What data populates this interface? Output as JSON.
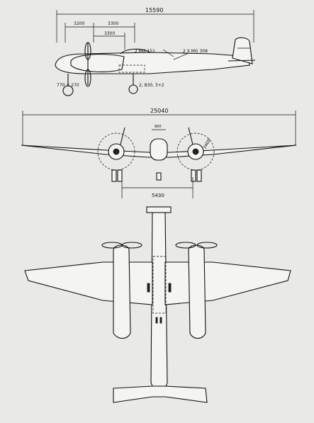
{
  "dimensions": {
    "side_overall": "15590",
    "side_seg1": "3200",
    "side_seg2": "3300",
    "side_seg3": "3300",
    "wingspan": "25040",
    "prop_spacing": "5430",
    "fuselage_width": "900"
  },
  "annotations": {
    "gun_1": "2 MG 151",
    "gun_2": "2 X MG 308",
    "bomb_load": "2, 830, 3+2",
    "wheel_size": "770 × 270",
    "prop_label": "3400"
  }
}
